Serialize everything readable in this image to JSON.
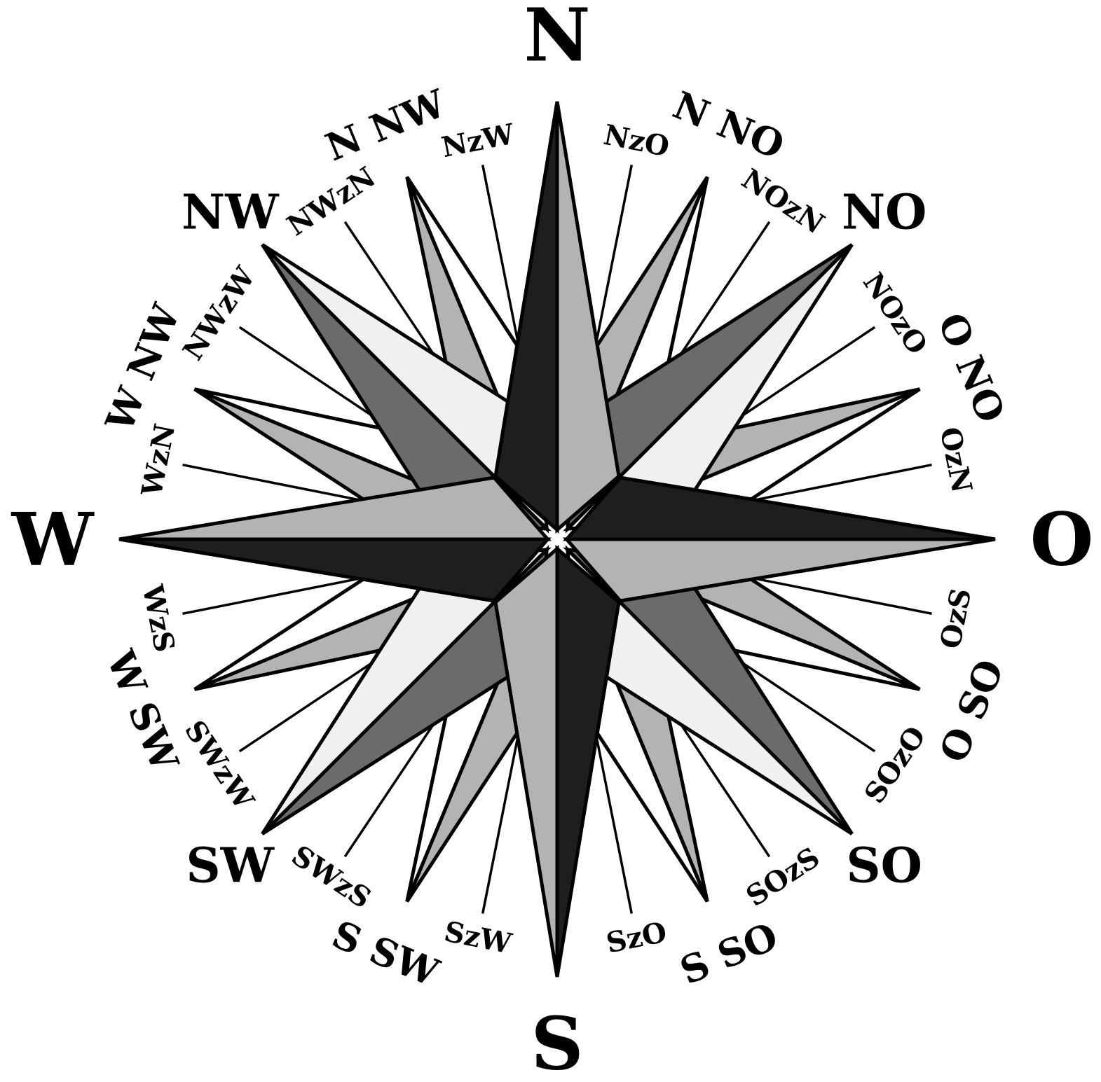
{
  "compass": {
    "labels": {
      "n": "N",
      "nzo": "NzO",
      "nno": "N NO",
      "nozn": "NOzN",
      "no": "NO",
      "nozo": "NOzO",
      "ono": "O NO",
      "ozn": "OzN",
      "o": "O",
      "ozs": "OzS",
      "oso": "O SO",
      "sozo": "SOzO",
      "so": "SO",
      "sozs": "SOzS",
      "sso": "S SO",
      "szo": "SzO",
      "s": "S",
      "szw": "SzW",
      "ssw": "S SW",
      "swzs": "SWzS",
      "sw": "SW",
      "swzw": "SWzW",
      "wsw": "W SW",
      "wzs": "WzS",
      "w": "W",
      "wzn": "WzN",
      "wnw": "W NW",
      "nwzw": "NWzW",
      "nw": "NW",
      "nwzn": "NWzN",
      "nnw": "N NW",
      "nzw": "NzW"
    },
    "colors": {
      "south_label": "#7a0a1a",
      "ink": "#000000",
      "dark": "#1e1e1e",
      "mid_dark": "#6b6b6b",
      "mid": "#b3b3b3",
      "light": "#f0f0f0"
    }
  }
}
